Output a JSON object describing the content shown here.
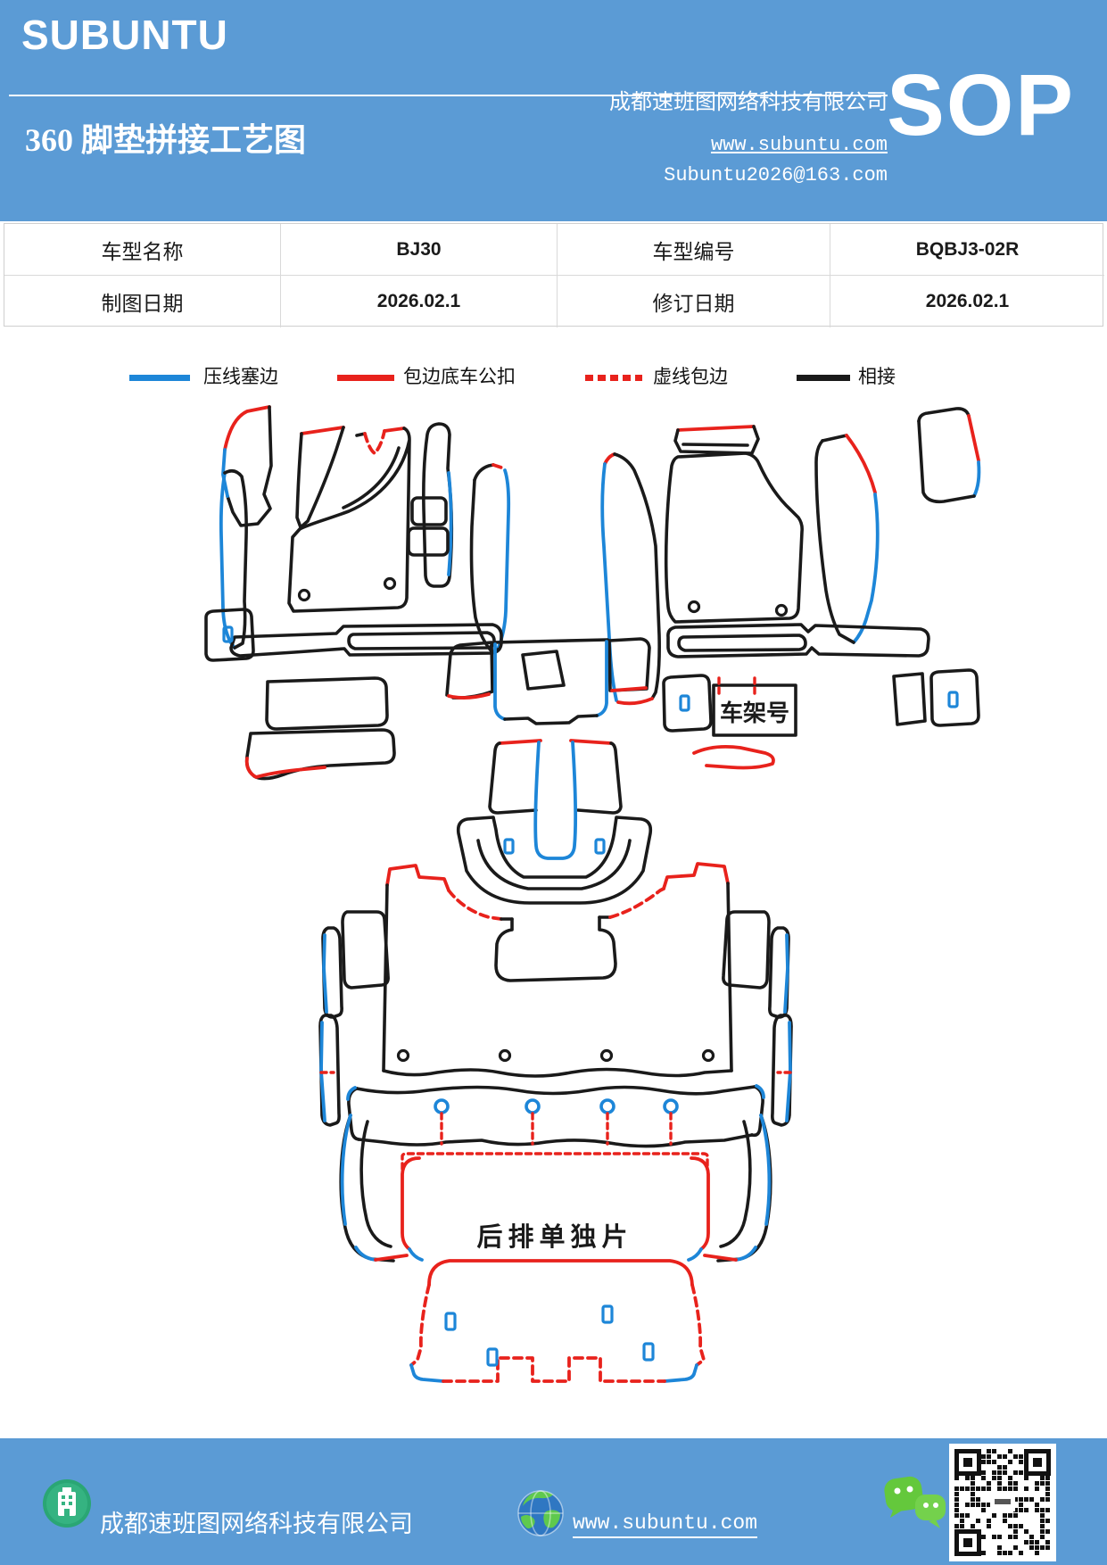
{
  "header": {
    "logo": "SUBUNTU",
    "title": "360 脚垫拼接工艺图",
    "company": "成都速班图网络科技有限公司",
    "website": "www.subuntu.com",
    "email": "Subuntu2026@163.com",
    "badge": "SOP",
    "bg_color": "#5b9bd5"
  },
  "info_table": {
    "rows": [
      {
        "c0": "车型名称",
        "c1": "BJ30",
        "c2": "车型编号",
        "c3": "BQBJ3-02R"
      },
      {
        "c0": "制图日期",
        "c1": "2026.02.1",
        "c2": "修订日期",
        "c3": "2026.02.1"
      }
    ]
  },
  "legend": {
    "items": [
      {
        "label": "压线塞边",
        "color": "#1d86d8",
        "style": "solid"
      },
      {
        "label": "包边底车公扣",
        "color": "#e8221c",
        "style": "solid"
      },
      {
        "label": "虚线包边",
        "color": "#e8221c",
        "style": "dashed"
      },
      {
        "label": "相接",
        "color": "#1a1a1a",
        "style": "solid"
      }
    ]
  },
  "diagram": {
    "frame_label": "车架号",
    "rear_label": "后排单独片",
    "line_colors": {
      "press_edge": "#1d86d8",
      "binding": "#e8221c",
      "join": "#1a1a1a"
    }
  },
  "footer": {
    "company": "成都速班图网络科技有限公司",
    "website": "www.subuntu.com",
    "bg_color": "#5b9bd5",
    "icons": [
      "building-icon",
      "globe-icon",
      "wechat-icon",
      "qr-code"
    ]
  }
}
